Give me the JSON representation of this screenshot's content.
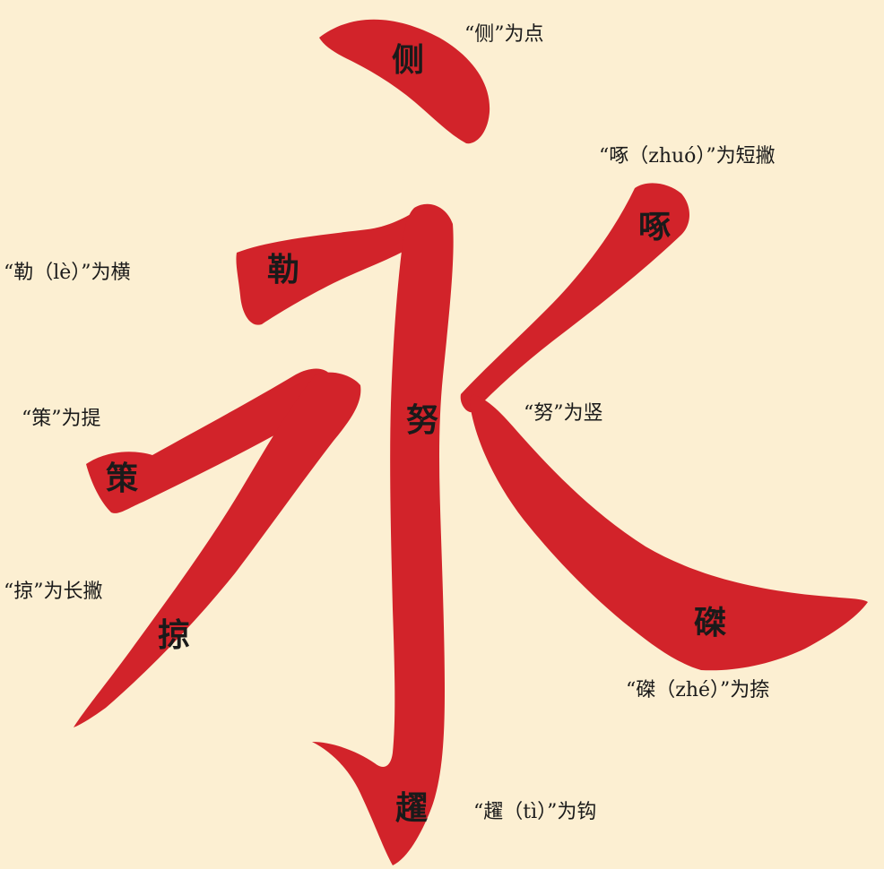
{
  "diagram": {
    "center_character": "永",
    "strokes": [
      {
        "id": "ce",
        "label": "侧",
        "caption": "“侧”为点"
      },
      {
        "id": "zhuo",
        "label": "啄",
        "caption": "“啄（zhuó）”为短撇"
      },
      {
        "id": "le",
        "label": "勒",
        "caption": "“勒（lè）”为横"
      },
      {
        "id": "ce2",
        "label": "策",
        "caption": "“策”为提"
      },
      {
        "id": "nu",
        "label": "努",
        "caption": "“努”为竖"
      },
      {
        "id": "lve",
        "label": "掠",
        "caption": "“掠”为长撇"
      },
      {
        "id": "zhe",
        "label": "磔",
        "caption": "“磔（zhé）”为捺"
      },
      {
        "id": "ti",
        "label": "趯",
        "caption": "“趯（tì）”为钩"
      }
    ],
    "colors": {
      "background": "#fcefd2",
      "stroke": "#d2232a",
      "text": "#1a1a1a"
    }
  }
}
